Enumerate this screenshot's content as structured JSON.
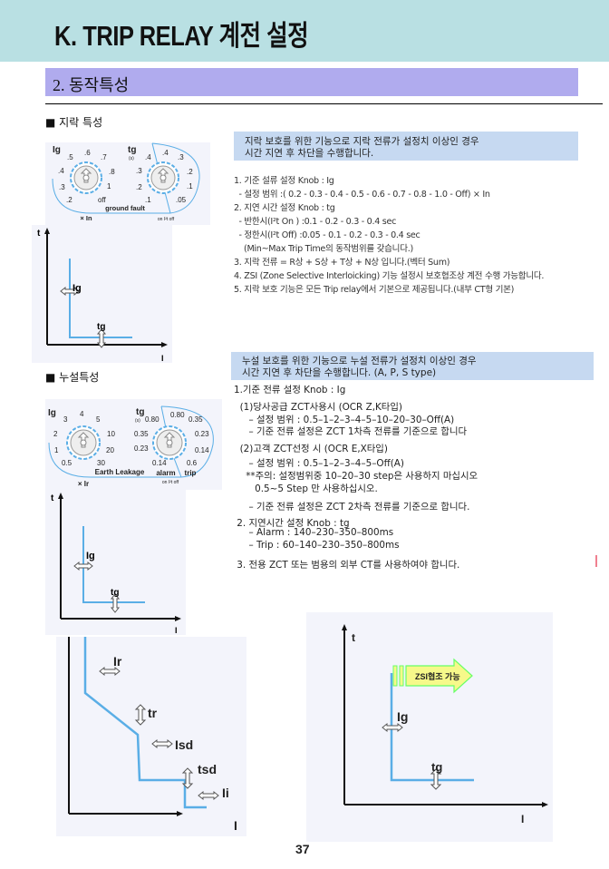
{
  "header": {
    "title": "K. TRIP RELAY 계전 설정"
  },
  "section": {
    "title": "2. 동작특성"
  },
  "ground_fault": {
    "heading": "■ 지락 특성",
    "summary": [
      "지락 보호를 위한 기능으로 지락 전류가 설정치 이상인 경우",
      "시간 지연 후 차단을 수행합니다."
    ],
    "lines": [
      "1. 기준 설류 설정 Knob : Ig",
      "  - 설정 범위 :( 0.2 - 0.3 - 0.4 - 0.5 - 0.6 - 0.7 - 0.8 - 1.0 - Off) × In",
      "2. 지연 시간 설정 Knob : tg",
      "  - 반한시(I²t On ) :0.1 - 0.2 - 0.3 - 0.4 sec",
      "  - 정한시(I²t Off) :0.05 - 0.1 - 0.2 - 0.3 - 0.4 sec",
      "    (Min~Max Trip Time의 동작범위를 갖습니다.)",
      "3. 지락 전류 = R상 + S상 + T상 + N상 입니다.(벡터 Sum)",
      "4. ZSI (Zone Selective Interloicking) 기능 설정시 보호협조상 계전 수행 가능합니다.",
      "5. 지락 보호 기능은 모든 Trip relay에서 기본으로 제공됩니다.(내부 CT형 기본)"
    ],
    "dial": {
      "ig_label": "Ig",
      "ig_values": [
        ".5",
        ".6",
        ".7",
        ".4",
        ".8",
        ".3",
        "1",
        ".2",
        "off"
      ],
      "tg_label": "tg",
      "tg_unit": "(s)",
      "tg_values": [
        ".4",
        ".4",
        ".3",
        ".3",
        ".2",
        ".2",
        ".1",
        ".1",
        ".05"
      ],
      "caption": "ground fault",
      "multiplier": "× In",
      "i2t": "on I²t off"
    },
    "graph": {
      "t_axis": "t",
      "i_axis": "I",
      "ig": "Ig",
      "tg": "tg"
    }
  },
  "earth_leakage": {
    "heading": "■ 누설특성",
    "summary": [
      "누설 보호를 위한 기능으로 누설 전류가 설정치 이상인 경우",
      "시간 지연 후 차단을 수행합니다. (A, P, S type)"
    ],
    "lines": [
      "1.기준 전류 설정 Knob : Ig",
      "  (1)당사공급 ZCT사용시 (OCR Z,K타입)",
      "     – 설정 범위 : 0.5–1–2–3–4–5–10–20–30–Off(A)",
      "     – 기준 전류 설정은 ZCT 1차측 전류를 기준으로 합니다",
      "  (2)고객 ZCT선정 시 (OCR E,X타입)",
      "     – 설정 범위 : 0.5–1–2–3–4–5–Off(A)",
      "    **주의: 설정범위중 10–20–30 step은 사용하지 마십시오",
      "       0.5~5 Step 만 사용하십시오.",
      "     – 기준 전류 설정은 ZCT 2차측 전류를 기준으로 합니다.",
      " 2. 지연시간 설정 Knob : tg",
      "     – Alarm : 140–230–350–800ms",
      "     – Trip : 60–140–230–350–800ms",
      " 3. 전용 ZCT 또는 범용의 외부 CT를 사용하여야 합니다."
    ],
    "dial": {
      "ig_label": "Ig",
      "ig_values": [
        "3",
        "4",
        "5",
        "2",
        "10",
        "1",
        "20",
        "0.5",
        "30"
      ],
      "tg_label": "tg",
      "tg_unit": "(s)",
      "tg_values": [
        "0.80",
        "0.80",
        "0.35",
        "0.35",
        "0.23",
        "0.23",
        "0.14",
        "0.14",
        "0.6"
      ],
      "caption": "Earth Leakage",
      "alarm": "alarm",
      "trip": "trip",
      "multiplier": "× Ir",
      "i2t": "on I²t off"
    },
    "graph": {
      "t_axis": "t",
      "i_axis": "I",
      "ig": "Ig",
      "tg": "tg"
    }
  },
  "overcurrent_graph": {
    "i_axis": "I",
    "labels": [
      "Ir",
      "tr",
      "Isd",
      "tsd",
      "Ii"
    ]
  },
  "zsi_graph": {
    "t_axis": "t",
    "i_axis": "I",
    "ig": "Ig",
    "tg": "tg",
    "arrow_label": "ZSI협조 가능"
  },
  "page_number": "37",
  "colors": {
    "header_bg": "#b9e0e3",
    "section_bg": "#b0abee",
    "summary_bg": "#c6d9f1",
    "curve": "#5aaee6",
    "zsi_arrow": "#f6f98a"
  }
}
